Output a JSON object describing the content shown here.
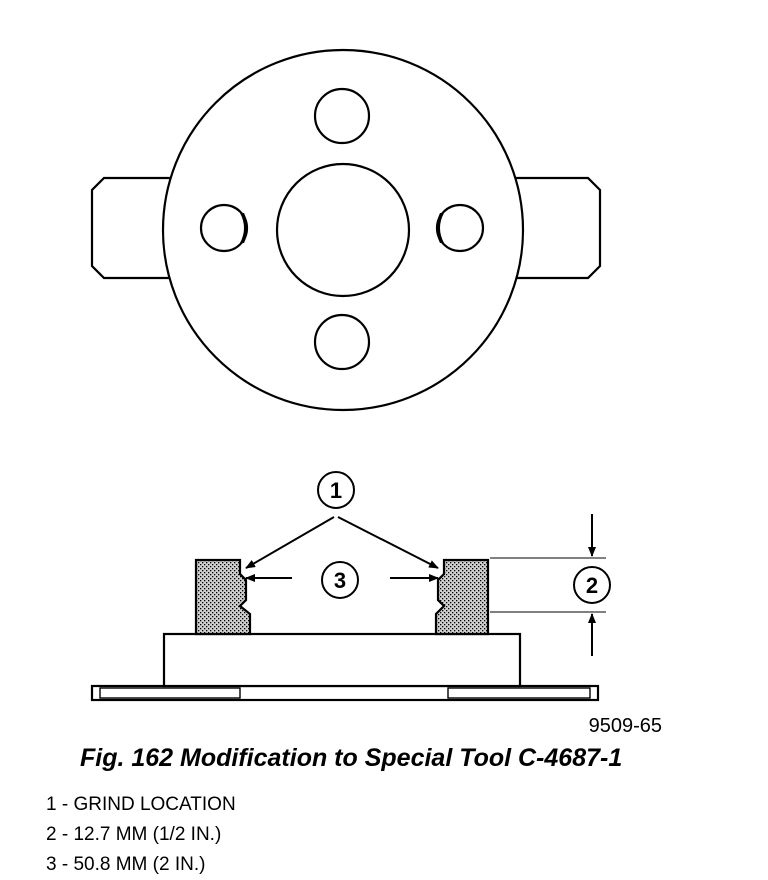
{
  "figure": {
    "reference_code": "9509-65",
    "callouts": {
      "grind": "1",
      "height": "2",
      "width": "3"
    }
  },
  "caption": "Fig. 162 Modification to Special Tool C-4687-1",
  "legend": [
    "1 - GRIND LOCATION",
    "2 - 12.7 MM (1/2 IN.)",
    "3 - 50.8 MM (2 IN.)"
  ]
}
